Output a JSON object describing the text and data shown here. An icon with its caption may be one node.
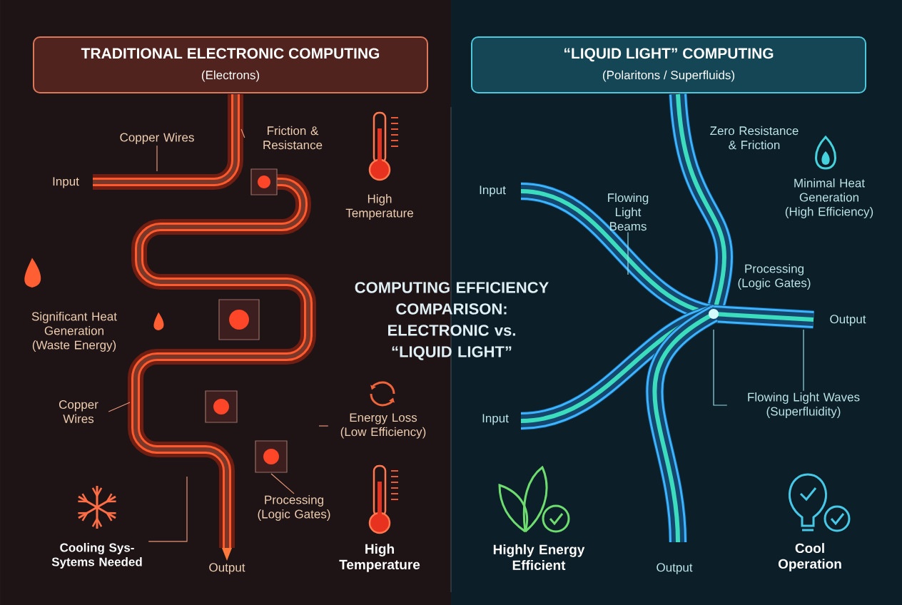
{
  "diagram": {
    "title": "COMPUTING EFFICIENCY COMPARISON: ELECTRONIC vs. “LIQUID LIGHT”",
    "nodes": [
      {
        "text": [
          "TRADITIONAL ELECTRONIC COMPUTING",
          "(Electrons)"
        ]
      },
      {
        "text": [
          "“LIQUID LIGHT” COMPUTING",
          "(Polaritons / Superfluids)"
        ]
      },
      {
        "text": [
          "Copper Wires"
        ]
      },
      {
        "text": [
          "Friction & Resistance"
        ]
      },
      {
        "text": [
          "Copper Wires"
        ]
      },
      {
        "text": [
          "Cooling Sys- Sytems Needed"
        ]
      },
      {
        "text": [
          "Processing (Logic Gates)"
        ]
      },
      {
        "text": [
          "Energy Loss (Low Efficiency)"
        ]
      },
      {
        "text": [
          "Flowing Light Beams"
        ]
      },
      {
        "text": [
          "Flowing Light Waves (Superfluidity)"
        ]
      }
    ],
    "edges": [
      {
        "from": 2,
        "to": null,
        "arrow": "none"
      },
      {
        "from": 3,
        "to": null,
        "arrow": "none"
      },
      {
        "from": 4,
        "to": null,
        "arrow": "none"
      },
      {
        "from": 5,
        "to": null,
        "arrow": "none"
      },
      {
        "from": 6,
        "to": null,
        "arrow": "none"
      },
      {
        "from": 7,
        "to": null,
        "arrow": "none"
      },
      {
        "from": 8,
        "to": null,
        "arrow": "none",
        "color": "#96dce6"
      },
      {
        "from": 9,
        "to": null,
        "arrow": "none",
        "color": "#96dce6"
      },
      {
        "from": 9,
        "to": null,
        "arrow": "none",
        "color": "#96dce6"
      }
    ],
    "labels": [
      "Input",
      "High Temperature",
      "Significant Heat Generation (Waste Energy)",
      "Output",
      "High Temperature",
      "Input",
      "Zero Resistance & Friction",
      "Minimal Heat Generation (High Efficiency)",
      "Processing (Logic Gates)",
      "Output",
      "Input",
      "Highly Energy Efficient",
      "Output",
      "Cool Operation"
    ]
  }
}
